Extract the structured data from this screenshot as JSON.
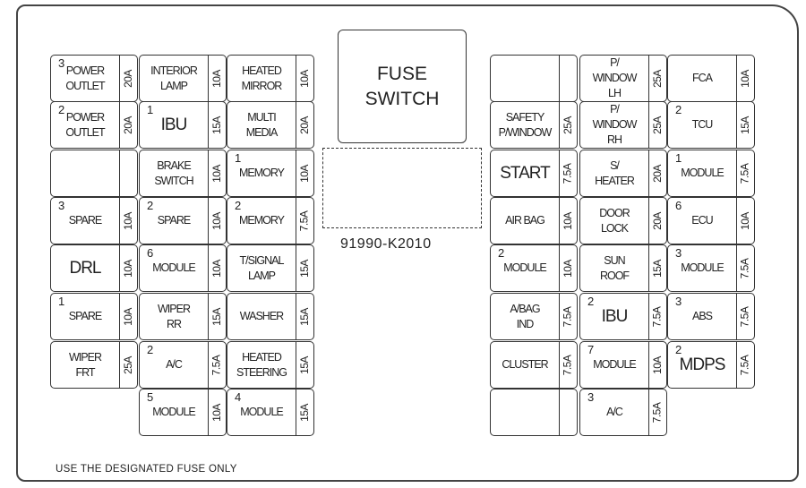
{
  "fuse_switch": [
    "FUSE",
    "SWITCH"
  ],
  "part_number": "91990-K2010",
  "footer": "USE THE DESIGNATED FUSE ONLY",
  "left_panel": [
    [
      {
        "num": "3",
        "text": [
          "POWER",
          "OUTLET"
        ],
        "amp": "20A"
      },
      {
        "text": [
          "INTERIOR",
          "LAMP"
        ],
        "amp": "10A"
      },
      {
        "text": [
          "HEATED",
          "MIRROR"
        ],
        "amp": "10A"
      }
    ],
    [
      {
        "num": "2",
        "text": [
          "POWER",
          "OUTLET"
        ],
        "amp": "20A"
      },
      {
        "num": "1",
        "text": [
          "IBU"
        ],
        "amp": "15A",
        "big": true
      },
      {
        "text": [
          "MULTI",
          "MEDIA"
        ],
        "amp": "20A"
      }
    ],
    [
      {
        "text": [],
        "amp": ""
      },
      {
        "text": [
          "BRAKE",
          "SWITCH"
        ],
        "amp": "10A"
      },
      {
        "num": "1",
        "text": [
          "MEMORY"
        ],
        "amp": "10A"
      }
    ],
    [
      {
        "num": "3",
        "text": [
          "SPARE"
        ],
        "amp": "10A"
      },
      {
        "num": "2",
        "text": [
          "SPARE"
        ],
        "amp": "10A"
      },
      {
        "num": "2",
        "text": [
          "MEMORY"
        ],
        "amp": "7.5A"
      }
    ],
    [
      {
        "text": [
          "DRL"
        ],
        "amp": "10A",
        "big": true
      },
      {
        "num": "6",
        "text": [
          "MODULE"
        ],
        "amp": "10A"
      },
      {
        "text": [
          "T/SIGNAL",
          "LAMP"
        ],
        "amp": "15A"
      }
    ],
    [
      {
        "num": "1",
        "text": [
          "SPARE"
        ],
        "amp": "10A"
      },
      {
        "text": [
          "WIPER",
          "RR"
        ],
        "amp": "15A"
      },
      {
        "text": [
          "WASHER"
        ],
        "amp": "15A"
      }
    ],
    [
      {
        "text": [
          "WIPER",
          "FRT"
        ],
        "amp": "25A"
      },
      {
        "num": "2",
        "text": [
          "A/C"
        ],
        "amp": "7.5A"
      },
      {
        "text": [
          "HEATED",
          "STEERING"
        ],
        "amp": "15A"
      }
    ],
    [
      null,
      {
        "num": "5",
        "text": [
          "MODULE"
        ],
        "amp": "10A"
      },
      {
        "num": "4",
        "text": [
          "MODULE"
        ],
        "amp": "15A"
      }
    ]
  ],
  "right_panel": [
    [
      {
        "text": [],
        "amp": ""
      },
      {
        "text": [
          "P/",
          "WINDOW",
          "LH"
        ],
        "amp": "25A"
      },
      {
        "text": [
          "FCA"
        ],
        "amp": "10A"
      }
    ],
    [
      {
        "text": [
          "SAFETY",
          "P/WINDOW"
        ],
        "amp": "25A"
      },
      {
        "text": [
          "P/",
          "WINDOW",
          "RH"
        ],
        "amp": "25A"
      },
      {
        "num": "2",
        "text": [
          "TCU"
        ],
        "amp": "15A"
      }
    ],
    [
      {
        "text": [
          "START"
        ],
        "amp": "7.5A",
        "big": true
      },
      {
        "text": [
          "S/",
          "HEATER"
        ],
        "amp": "20A"
      },
      {
        "num": "1",
        "text": [
          "MODULE"
        ],
        "amp": "7.5A"
      }
    ],
    [
      {
        "text": [
          "AIR BAG"
        ],
        "amp": "10A"
      },
      {
        "text": [
          "DOOR",
          "LOCK"
        ],
        "amp": "20A"
      },
      {
        "num": "6",
        "text": [
          "ECU"
        ],
        "amp": "10A"
      }
    ],
    [
      {
        "num": "2",
        "text": [
          "MODULE"
        ],
        "amp": "10A"
      },
      {
        "text": [
          "SUN",
          "ROOF"
        ],
        "amp": "15A"
      },
      {
        "num": "3",
        "text": [
          "MODULE"
        ],
        "amp": "7.5A"
      }
    ],
    [
      {
        "text": [
          "A/BAG",
          "IND"
        ],
        "amp": "7.5A"
      },
      {
        "num": "2",
        "text": [
          "IBU"
        ],
        "amp": "7.5A",
        "big": true
      },
      {
        "num": "3",
        "text": [
          "ABS"
        ],
        "amp": "7.5A"
      }
    ],
    [
      {
        "text": [
          "CLUSTER"
        ],
        "amp": "7.5A"
      },
      {
        "num": "7",
        "text": [
          "MODULE"
        ],
        "amp": "10A"
      },
      {
        "num": "2",
        "text": [
          "MDPS"
        ],
        "amp": "7.5A",
        "big": true
      }
    ],
    [
      {
        "text": [],
        "amp": ""
      },
      {
        "num": "3",
        "text": [
          "A/C"
        ],
        "amp": "7.5A"
      },
      null
    ]
  ]
}
